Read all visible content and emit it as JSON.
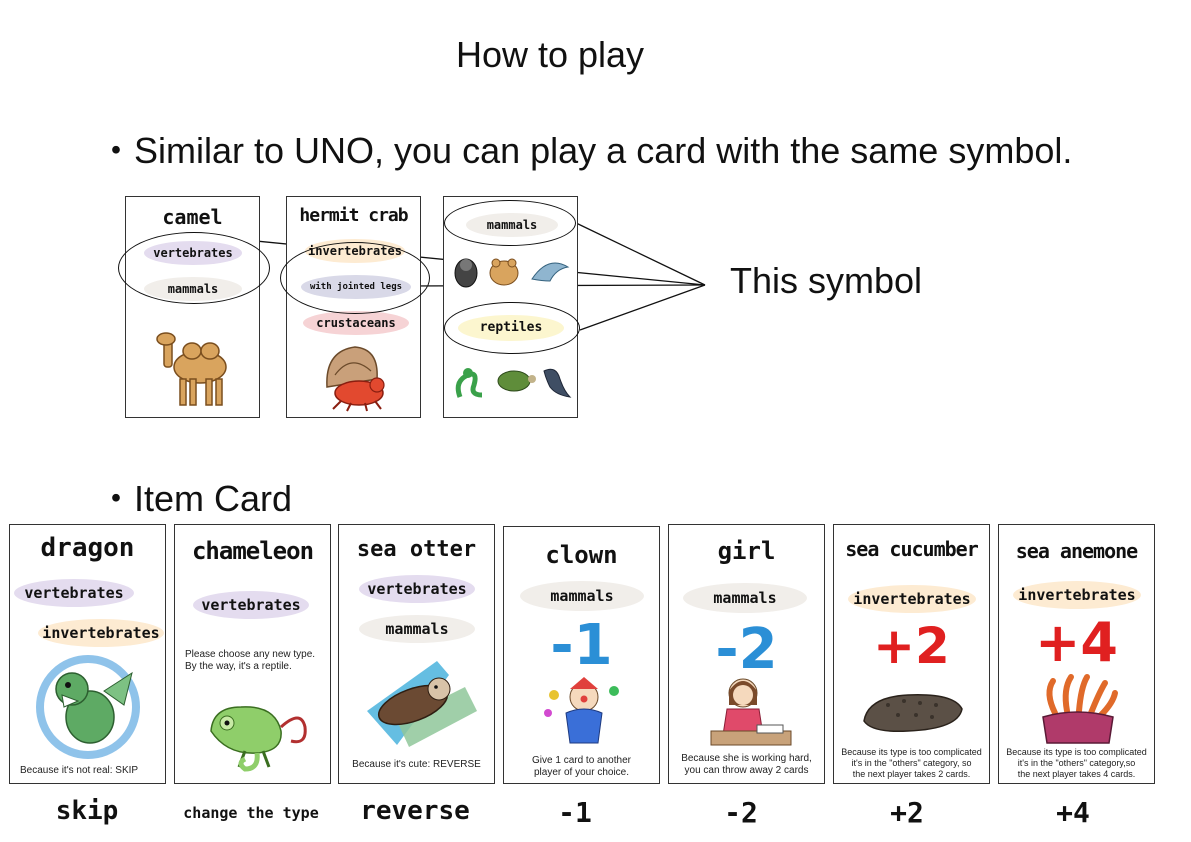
{
  "title": "How to play",
  "bullet_1": "・Similar to UNO, you can play a card with the same symbol.",
  "bullet_2": "・Item Card",
  "symbol_label": "This symbol",
  "example_cards": [
    {
      "name": "camel",
      "tags": [
        "vertebrates",
        "mammals"
      ]
    },
    {
      "name": "hermit crab",
      "tags": [
        "invertebrates",
        "with jointed legs",
        "crustaceans"
      ]
    },
    {
      "name": "",
      "tags": [
        "mammals",
        "reptiles"
      ]
    }
  ],
  "item_cards": [
    {
      "name": "dragon",
      "tags": [
        "vertebrates",
        "invertebrates"
      ],
      "note": "Because it's not real: SKIP",
      "caption": "skip"
    },
    {
      "name": "chameleon",
      "tags": [
        "vertebrates"
      ],
      "note": "Please choose any new type.\nBy the way, it's a reptile.",
      "caption": "change the type"
    },
    {
      "name": "sea otter",
      "tags": [
        "vertebrates",
        "mammals"
      ],
      "note": "Because it's cute: REVERSE",
      "caption": "reverse"
    },
    {
      "name": "clown",
      "tags": [
        "mammals"
      ],
      "value": "-1",
      "note": "Give 1 card to another\nplayer of your choice.",
      "caption": "-1"
    },
    {
      "name": "girl",
      "tags": [
        "mammals"
      ],
      "value": "-2",
      "note": "Because she is working hard,\nyou can throw away 2 cards",
      "caption": "-2"
    },
    {
      "name": "sea cucumber",
      "tags": [
        "invertebrates"
      ],
      "value": "+2",
      "note": "Because its type is too complicated\nit's in the \"others\" category, so\nthe next player takes 2 cards.",
      "caption": "+2"
    },
    {
      "name": "sea anemone",
      "tags": [
        "invertebrates"
      ],
      "value": "+4",
      "note": "Because its type is too complicated\nit's in the \"others\" category,so\nthe next player takes 4 cards.",
      "caption": "+4"
    }
  ],
  "colors": {
    "minus": "#2b8fd6",
    "plus": "#e02020"
  }
}
